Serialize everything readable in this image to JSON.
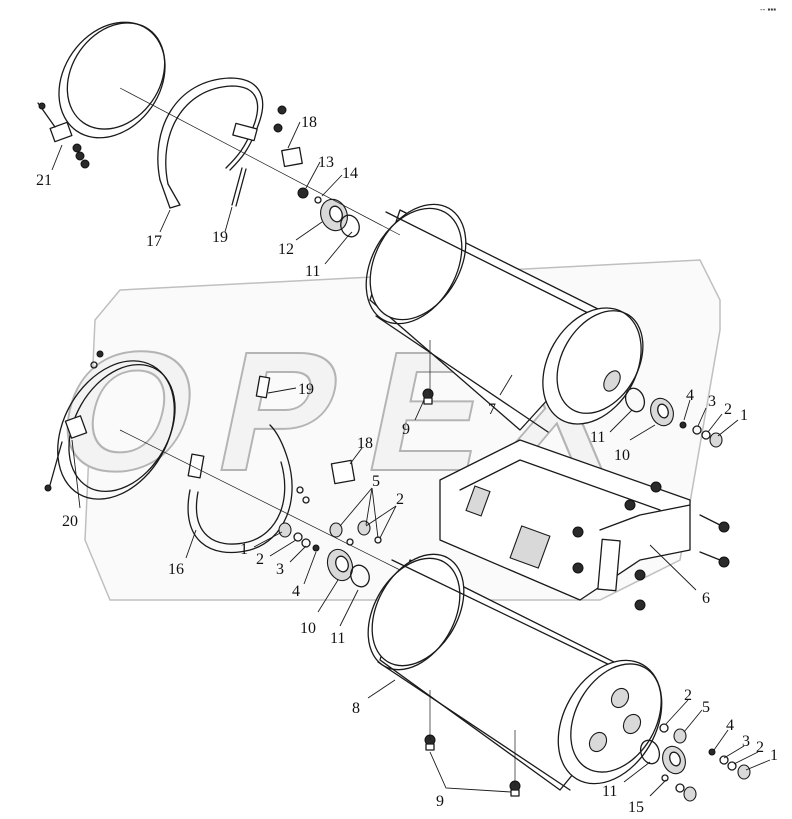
{
  "drawing": {
    "corner_mark": "-- ▪▪▪",
    "watermark": {
      "letters": [
        "O",
        "P",
        "E",
        "X"
      ],
      "color_fill": "#f4f4f4",
      "color_stroke": "#9a9a9a"
    },
    "callouts": [
      {
        "id": "c21",
        "label": "21"
      },
      {
        "id": "c17",
        "label": "17"
      },
      {
        "id": "c19a",
        "label": "19"
      },
      {
        "id": "c18a",
        "label": "18"
      },
      {
        "id": "c13",
        "label": "13"
      },
      {
        "id": "c14",
        "label": "14"
      },
      {
        "id": "c12",
        "label": "12"
      },
      {
        "id": "c11a",
        "label": "11"
      },
      {
        "id": "c19b",
        "label": "19"
      },
      {
        "id": "c9a",
        "label": "9"
      },
      {
        "id": "c7",
        "label": "7"
      },
      {
        "id": "c11b",
        "label": "11"
      },
      {
        "id": "c4a",
        "label": "4"
      },
      {
        "id": "c3a",
        "label": "3"
      },
      {
        "id": "c2a",
        "label": "2"
      },
      {
        "id": "c1a",
        "label": "1"
      },
      {
        "id": "c10a",
        "label": "10"
      },
      {
        "id": "c18b",
        "label": "18"
      },
      {
        "id": "c5a",
        "label": "5"
      },
      {
        "id": "c2b",
        "label": "2"
      },
      {
        "id": "c20",
        "label": "20"
      },
      {
        "id": "c1b",
        "label": "1"
      },
      {
        "id": "c2c",
        "label": "2"
      },
      {
        "id": "c16",
        "label": "16"
      },
      {
        "id": "c3b",
        "label": "3"
      },
      {
        "id": "c4b",
        "label": "4"
      },
      {
        "id": "c10b",
        "label": "10"
      },
      {
        "id": "c11c",
        "label": "11"
      },
      {
        "id": "c6",
        "label": "6"
      },
      {
        "id": "c8",
        "label": "8"
      },
      {
        "id": "c2d",
        "label": "2"
      },
      {
        "id": "c5b",
        "label": "5"
      },
      {
        "id": "c4c",
        "label": "4"
      },
      {
        "id": "c3c",
        "label": "3"
      },
      {
        "id": "c2e",
        "label": "2"
      },
      {
        "id": "c1c",
        "label": "1"
      },
      {
        "id": "c9b",
        "label": "9"
      },
      {
        "id": "c11d",
        "label": "11"
      },
      {
        "id": "c15",
        "label": "15"
      }
    ]
  }
}
